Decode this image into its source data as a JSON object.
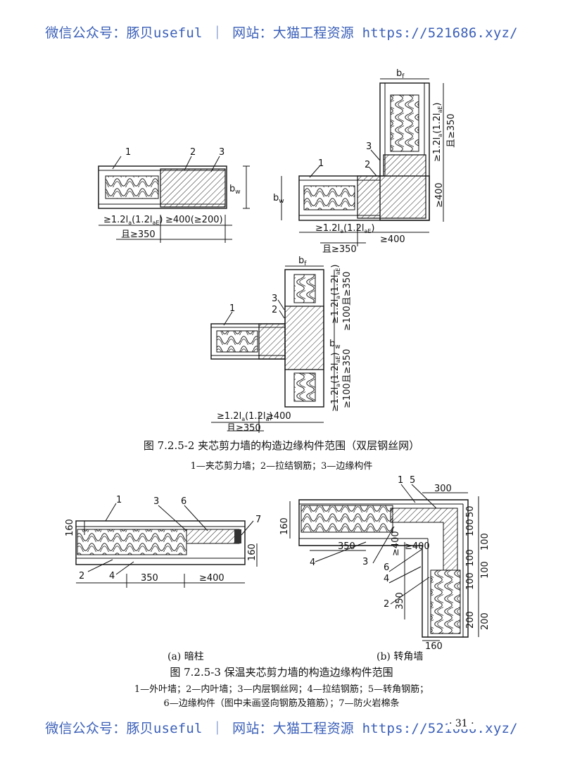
{
  "watermark": {
    "text": "微信公众号：豚贝useful ｜ 网站：大猫工程资源 https://521686.xyz/"
  },
  "figure1": {
    "caption": "图 7.2.5-2  夹芯剪力墙的构造边缘构件范围（双层钢丝网）",
    "legend": "1—夹芯剪力墙；2—拉结钢筋；3—边缘构件",
    "callouts": [
      "1",
      "2",
      "3"
    ],
    "dims": {
      "bw": "b",
      "bw_sub": "w",
      "bf": "b",
      "bf_sub": "f",
      "anchor": "≥1.2l",
      "anchor_tail": "(1.2l",
      "anchor_end": ")",
      "sub_a": "a",
      "sub_aE": "aE",
      "ge400": "≥400",
      "ge400_200": "≥400(≥200)",
      "and350": "且≥350",
      "ge100": "≥100",
      "and_ge350": "且≥350",
      "ge100_and": "≥100且≥350"
    }
  },
  "figure2": {
    "caption": "图 7.2.5-3  保温夹芯剪力墙的构造边缘构件范围",
    "legend_line1": "1—外叶墙；2—内叶墙；3—内层钢丝网；4—拉结钢筋；5—转角钢筋；",
    "legend_line2": "6—边缘构件（图中未画竖向钢筋及箍筋）；7—防火岩棉条",
    "panel_a": "(a) 暗柱",
    "panel_b": "(b) 转角墙",
    "callouts_a": [
      "1",
      "3",
      "6",
      "7",
      "2",
      "4"
    ],
    "callouts_b": [
      "1",
      "5",
      "4",
      "3",
      "6",
      "4",
      "2"
    ],
    "dims": {
      "d160": "160",
      "d350": "350",
      "d300": "300",
      "d50": "50",
      "d100": "100",
      "d200": "200",
      "ge400": "≥400"
    }
  },
  "page": {
    "number": "· 31 ·"
  }
}
